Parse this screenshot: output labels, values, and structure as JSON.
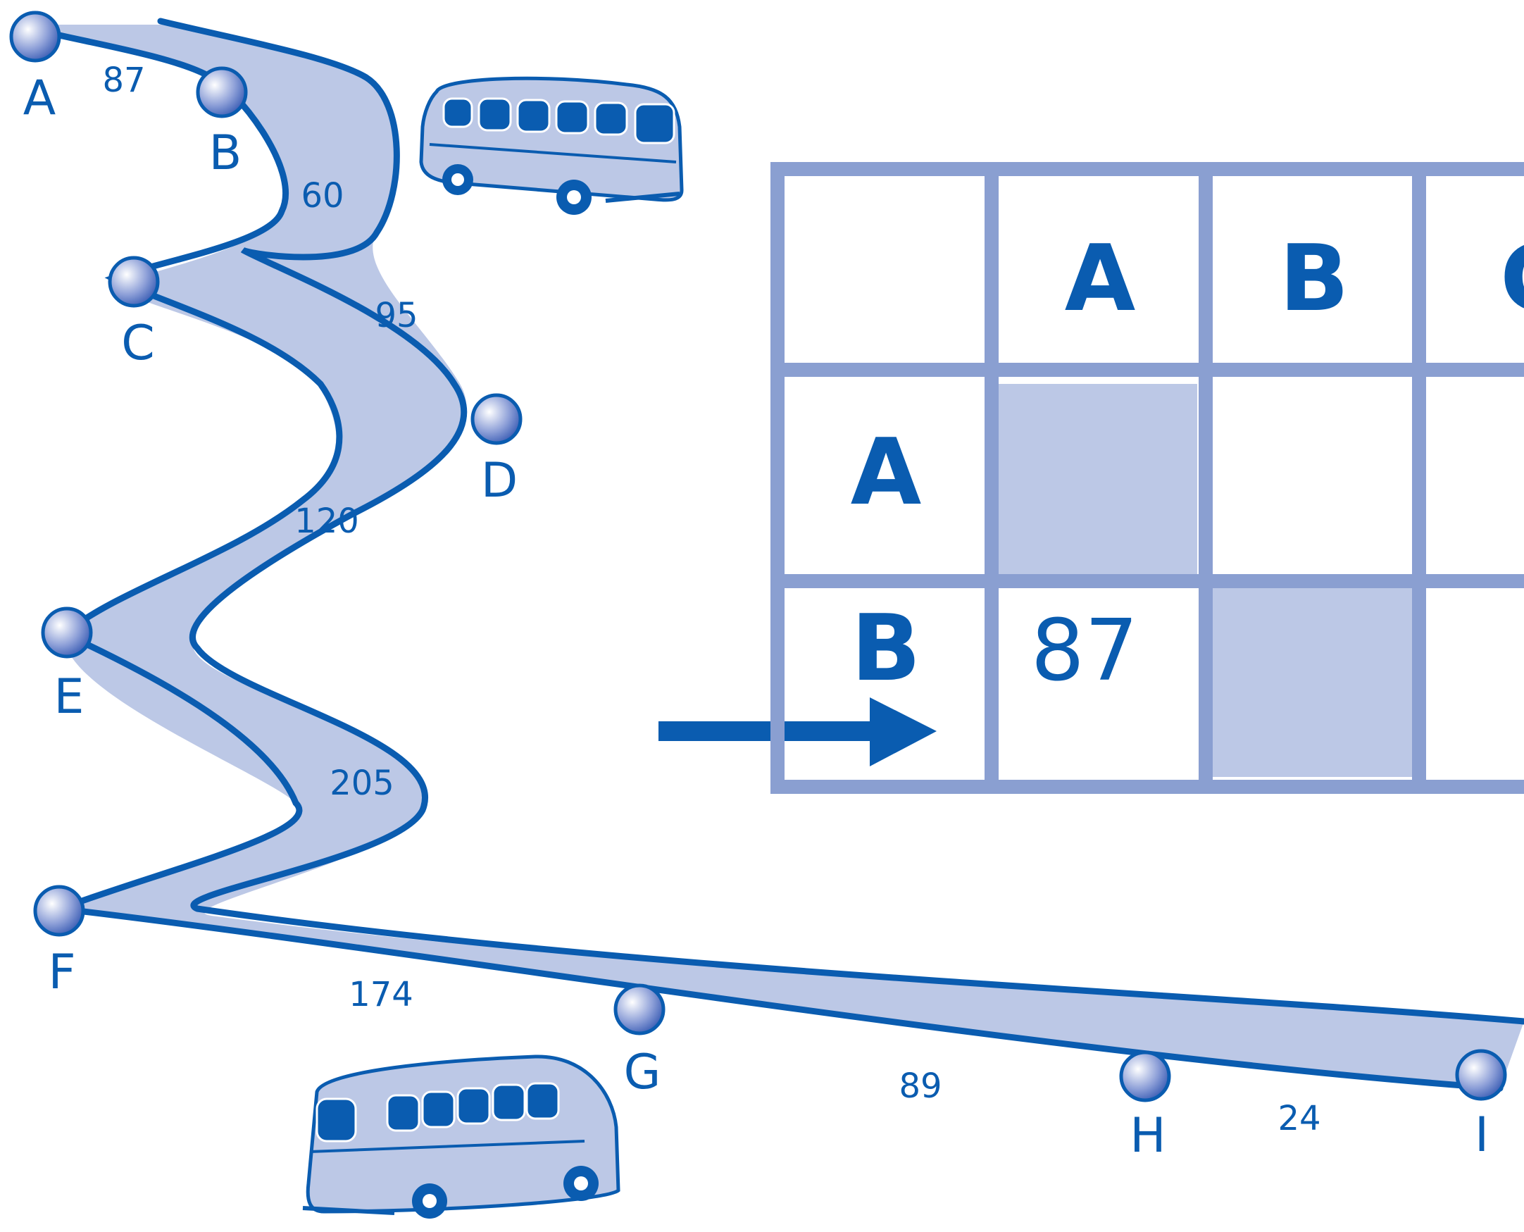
{
  "colors": {
    "ink": "#0a5cb0",
    "road_fill": "#bcc8e6",
    "grid": "#8a9fd1",
    "shaded_cell": "#bcc8e6",
    "node": "#6f86cc"
  },
  "nodes": [
    "A",
    "B",
    "C",
    "D",
    "E",
    "F",
    "G",
    "H",
    "I"
  ],
  "distances": {
    "ab": "87",
    "bc": "60",
    "cd": "95",
    "de": "120",
    "ef": "205",
    "fg": "174",
    "gh": "89",
    "hi": "24"
  },
  "table": {
    "column_headers": [
      "A",
      "B",
      "C"
    ],
    "row_headers": [
      "A",
      "B"
    ],
    "cell_b_a": "87",
    "shaded_cells": [
      "A-A",
      "B-B"
    ]
  },
  "icons": {
    "bus_top": "bus-icon",
    "bus_bottom": "bus-icon",
    "arrow": "right-arrow-icon"
  }
}
